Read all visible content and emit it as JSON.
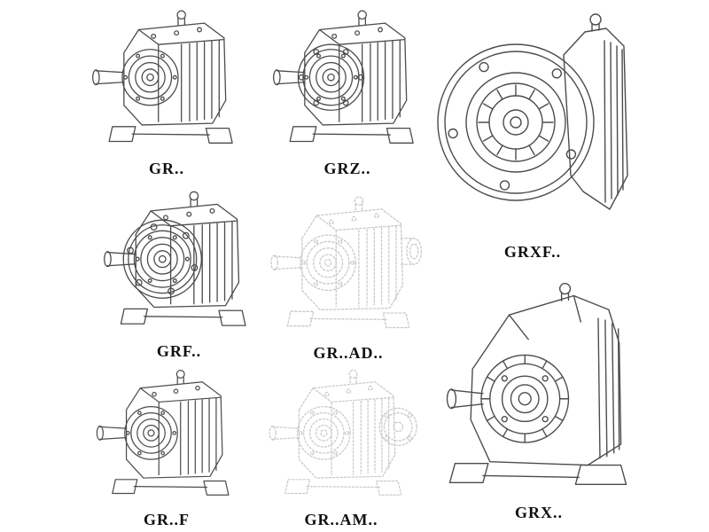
{
  "palette": {
    "background": "#ffffff",
    "line": "#4a4c4e",
    "ghost": "#c6c9cc",
    "label": "#101010"
  },
  "figures": [
    {
      "id": "gr",
      "label": "GR..",
      "style": "solid"
    },
    {
      "id": "grz",
      "label": "GRZ..",
      "style": "solid"
    },
    {
      "id": "grxf",
      "label": "GRXF..",
      "style": "solid"
    },
    {
      "id": "grf",
      "label": "GRF..",
      "style": "solid"
    },
    {
      "id": "gr-ad",
      "label": "GR..AD..",
      "style": "ghost"
    },
    {
      "id": "grx",
      "label": "GRX..",
      "style": "solid"
    },
    {
      "id": "gr-f",
      "label": "GR..F",
      "style": "solid"
    },
    {
      "id": "gr-am",
      "label": "GR..AM..",
      "style": "ghost"
    }
  ]
}
